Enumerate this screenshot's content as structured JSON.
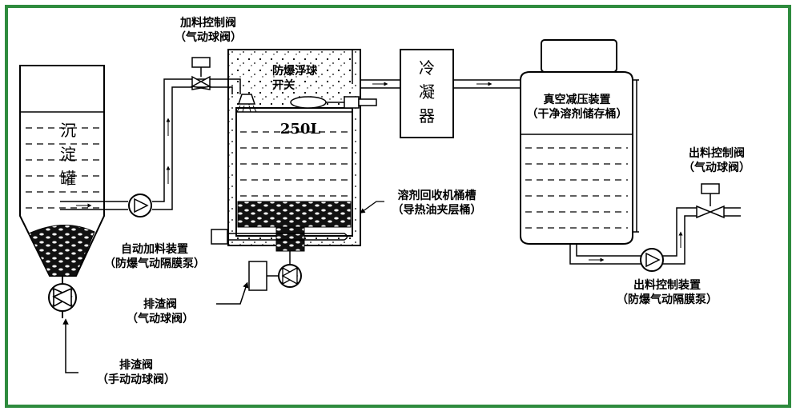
{
  "tank_sediment": {
    "line1": "沉",
    "line2": "淀",
    "line3": "罐"
  },
  "feed_valve": {
    "title": "加料控制阀",
    "sub": "（气动球阀）"
  },
  "float_switch": {
    "line1": "防爆浮球",
    "line2": "开关"
  },
  "volume": "250L",
  "recovery_tank": {
    "title": "溶剂回收机桶槽",
    "sub": "（导热油夹层桶）"
  },
  "condenser": {
    "line1": "冷",
    "line2": "凝",
    "line3": "器"
  },
  "storage_tank": {
    "title": "真空减压装置",
    "sub": "（干净溶剂储存桶）"
  },
  "outlet_valve": {
    "title": "出料控制阀",
    "sub": "（气动球阀）"
  },
  "outlet_pump": {
    "title": "出料控制装置",
    "sub": "（防爆气动隔膜泵）"
  },
  "feed_pump": {
    "title": "自动加料装置",
    "sub": "（防爆气动隔膜泵）"
  },
  "slag_valve_pneumatic": {
    "title": "排渣阀",
    "sub": "（气动球阀）"
  },
  "slag_valve_manual": {
    "title": "排渣阀",
    "sub": "（手动动球阀）"
  },
  "colors": {
    "frame": "#2e8b3e",
    "line": "#000000"
  }
}
